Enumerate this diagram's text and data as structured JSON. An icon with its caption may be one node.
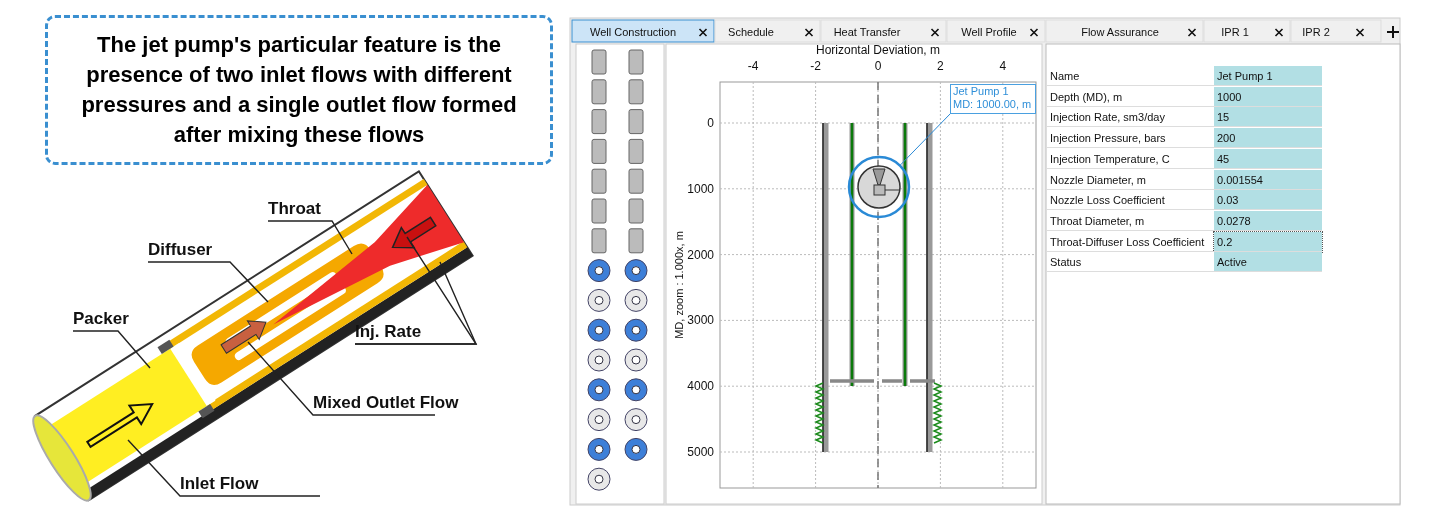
{
  "diagram": {
    "nodes": [
      {
        "text": [
          "The jet pump's particular feature is the presence of two inlet flows with different pressures and a single outlet flow formed after mixing these flows"
        ]
      },
      {
        "text": [
          "Throat"
        ]
      },
      {
        "text": [
          "Diffuser"
        ]
      },
      {
        "text": [
          "Packer"
        ]
      },
      {
        "text": [
          "Inj. Rate"
        ]
      },
      {
        "text": [
          "Mixed Outlet Flow"
        ]
      },
      {
        "text": [
          "Inlet Flow"
        ]
      },
      {
        "text": [
          "Jet Pump 1",
          "MD: 1000.00, m"
        ]
      },
      {
        "text": [],
        "shape": "circle"
      }
    ],
    "edges": [
      {
        "from": 1,
        "to": null,
        "arrow": "none"
      },
      {
        "from": 2,
        "to": null,
        "arrow": "none"
      },
      {
        "from": 3,
        "to": null,
        "arrow": "none"
      },
      {
        "from": 4,
        "to": null,
        "arrow": "none"
      },
      {
        "from": 4,
        "to": null,
        "arrow": "none"
      },
      {
        "from": 5,
        "to": null,
        "arrow": "none"
      },
      {
        "from": 6,
        "to": null,
        "arrow": "none"
      },
      {
        "from": 7,
        "to": 8,
        "arrow": "none",
        "color": "#2a8ad6"
      }
    ],
    "labels": [
      "Well Construction",
      "Schedule",
      "Heat Transfer",
      "Well Profile",
      "Flow Assurance",
      "IPR 1",
      "IPR 2",
      "Horizontal Deviation, m",
      "-4",
      "-2",
      "0",
      "2",
      "4",
      "MD, zoom : 1.000x, m",
      "0",
      "1000",
      "2000",
      "3000",
      "4000",
      "5000",
      "Name",
      "Jet Pump 1",
      "Depth (MD), m",
      "1000",
      "Injection Rate, sm3/day",
      "15",
      "Injection Pressure, bars",
      "200",
      "Injection Temperature, C",
      "45",
      "Nozzle Diameter, m",
      "0.001554",
      "Nozzle Loss Coefficient",
      "0.03",
      "Throat Diameter, m",
      "0.0278",
      "Throat-Diffuser Loss Coefficient",
      "0.2",
      "Status",
      "Active"
    ]
  }
}
